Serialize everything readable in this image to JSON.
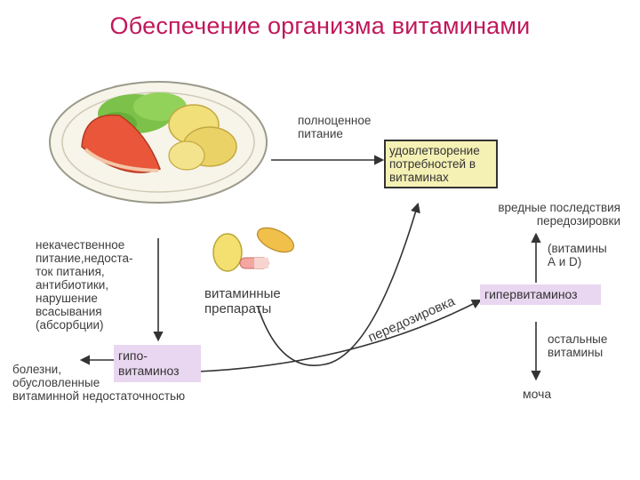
{
  "title": "Обеспечение организма витаминами",
  "nodes": {
    "full_nutrition": "полноценное\nпитание",
    "satisfaction": "удовлетворение\nпотребностей в\nвитаминах",
    "poor_nutrition": "некачественное\nпитание,недоста-\nток питания,\nантибиотики,\nнарушение\nвсасывания\n(абсорбции)",
    "vitamin_preparations": "витаминные\nпрепараты",
    "hypovitaminosis": "гипо-\nвитаминоз",
    "diseases": "болезни,\nобусловленные\nвитаминной недостаточностью",
    "overdose": "передозировка",
    "hypervitaminosis": "гипервитаминоз",
    "harmful_effects": "вредные последствия\nпередозировки",
    "vitamins_ad": "(витамины\nА и D)",
    "other_vitamins": "остальные\nвитамины",
    "urine": "моча"
  }
}
